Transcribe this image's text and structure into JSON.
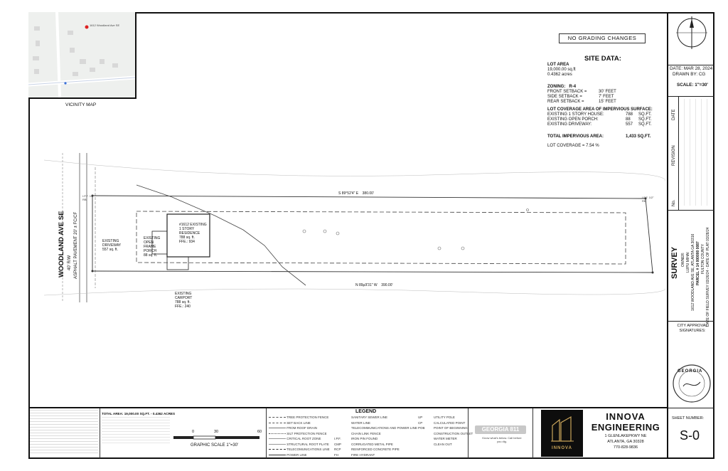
{
  "vicinity_map": {
    "label": "VICINITY MAP",
    "pin_caption": "1612 Woodland Ave SE"
  },
  "notes": {
    "grading_note": "NO GRADING CHANGES"
  },
  "site_data": {
    "title": "SITE DATA:",
    "lot_area_label": "LOT AREA",
    "lot_area_sqft": "19,000.00 sq.ft",
    "lot_area_acres": "0.4362 acres",
    "zoning_label": "ZONING:",
    "zoning_value": "R-4",
    "setbacks": [
      {
        "label": "FRONT SETBACK =",
        "value": "30' FEET"
      },
      {
        "label": "SIDE SETBACK =",
        "value": "7' FEET"
      },
      {
        "label": "REAR SETBACK =",
        "value": "15' FEET"
      }
    ],
    "coverage_title": "LOT COVERAGE AREA OF IMPERVIOUS SURFACE:",
    "coverage_items": [
      {
        "label": "EXISTING 1 STORY HOUSE:",
        "value": "788",
        "unit": "SQ.FT."
      },
      {
        "label": "EXISTING OPEN PORCH:",
        "value": "88",
        "unit": "SQ.FT."
      },
      {
        "label": "EXISTING DRIVEWAY:",
        "value": "557",
        "unit": "SQ.FT."
      }
    ],
    "total_label": "TOTAL IMPERVIOUS AREA:",
    "total_value": "1,433 SQ.FT.",
    "lot_coverage": "LOT COVERAGE = 7.54 %"
  },
  "plan": {
    "street_name": "WOODLAND AVE SE",
    "street_width": "40' R/W",
    "street_pavement": "ASPHALT PAVEMENT 20' ± FC/CF",
    "north_bearing": "S 89°52'4\" E",
    "north_distance": "380.00'",
    "south_bearing": "N 89µ9'31\" W",
    "south_distance": "390.00'",
    "house_label": "#1612 EXISTING 1 STORY RESIDENCE",
    "house_area": "788 sq. ft.",
    "house_ffe": "FFE.: 934",
    "porch_label": "EXISTING OPEN FRAME PORCH",
    "porch_area": "88 sq. ft.",
    "driveway_label": "EXISTING DRIVEWAY",
    "driveway_area": "557 sq. ft.",
    "carport_label": "EXISTING CARPORT",
    "carport_area": "788 sq. ft.",
    "carport_ffe": "FFE.: 240",
    "ipf_label": "I.P.F. 1/2\" RB"
  },
  "title_block": {
    "date": "DATE: MAR 28, 2024",
    "drawn_by": "DRAWN BY:   CG",
    "scale": "SCALE:  1\"=30'",
    "col_date": "DATE",
    "col_revision": "REVISION",
    "col_no": "No.",
    "survey_title": "SURVEY",
    "owner_label": "OWNER:",
    "owner_name": "LUPU MIHAI",
    "address": "1612 WOODLAND AVE SE, ATLANTA GA 30316",
    "parcel": "PARCEL # 14 000000 0087",
    "county": "FULTON COUNTY",
    "dates": "DATE OF FIELD SURVEY 03/26/24 - DATE OF PLAT 03/28/24",
    "city_approval": "CITY APPROVAL SIGNATURES:",
    "seal_text": "GEORGIA",
    "sheet_number_label": "SHEET NUMBER:",
    "sheet_number": "S-0"
  },
  "bottom": {
    "total_area": "TOTAL AREA: 19,000.00 SQ.FT. - 0.4362 ACRES",
    "graphic_scale": "GRAPHIC SCALE 1\"=30'",
    "scale_ticks": [
      "0",
      "30",
      "60"
    ],
    "legend_title": "LEGEND",
    "legend_col1": [
      "TREE PROTECTION FENCE",
      "SET BACK LINE",
      "FROM ROOF DRAIN",
      "SILT PROTECTION FENCE",
      "CRITICAL ROOT ZONE",
      "STRUCTURAL ROOT PLATE",
      "TELECOMUNICATIONS LINE",
      "POWER LINE"
    ],
    "legend_col2": [
      "SANITARY SEWER LINE",
      "WATER LINE",
      "TELECOMMUNICATIONS AND POWER LINE",
      "CHAIN LINK FENCE",
      "IRON PIN FOUND",
      "CORRUGATED METAL PIPE",
      "REINFORCED CONCRETE PIPE",
      "FIRE HYDRANT"
    ],
    "legend_col2_codes": [
      "",
      "",
      "",
      "",
      "I.P.F.",
      "CMP",
      "RCP",
      "FH"
    ],
    "legend_col3": [
      "UTILITY POLE",
      "CALCULATED POINT",
      "POINT OF BEGINNING",
      "CONSTRUCTION OUTLET",
      "WATER METER",
      "CLEAN OUT"
    ],
    "legend_col3_codes": [
      "UP",
      "CP",
      "POB",
      "",
      "",
      ""
    ],
    "georgia811": "GEORGIA 811",
    "georgia811_sub": "Know what's below. Call before you dig.",
    "logo_word": "INNOVA",
    "company_name_1": "INNOVA",
    "company_name_2": "ENGINEERING",
    "company_address_1": "1 GLENLAKEPKWY NE",
    "company_address_2": "ATLANTA, GA 30328",
    "company_phone": "770-828-9836"
  }
}
